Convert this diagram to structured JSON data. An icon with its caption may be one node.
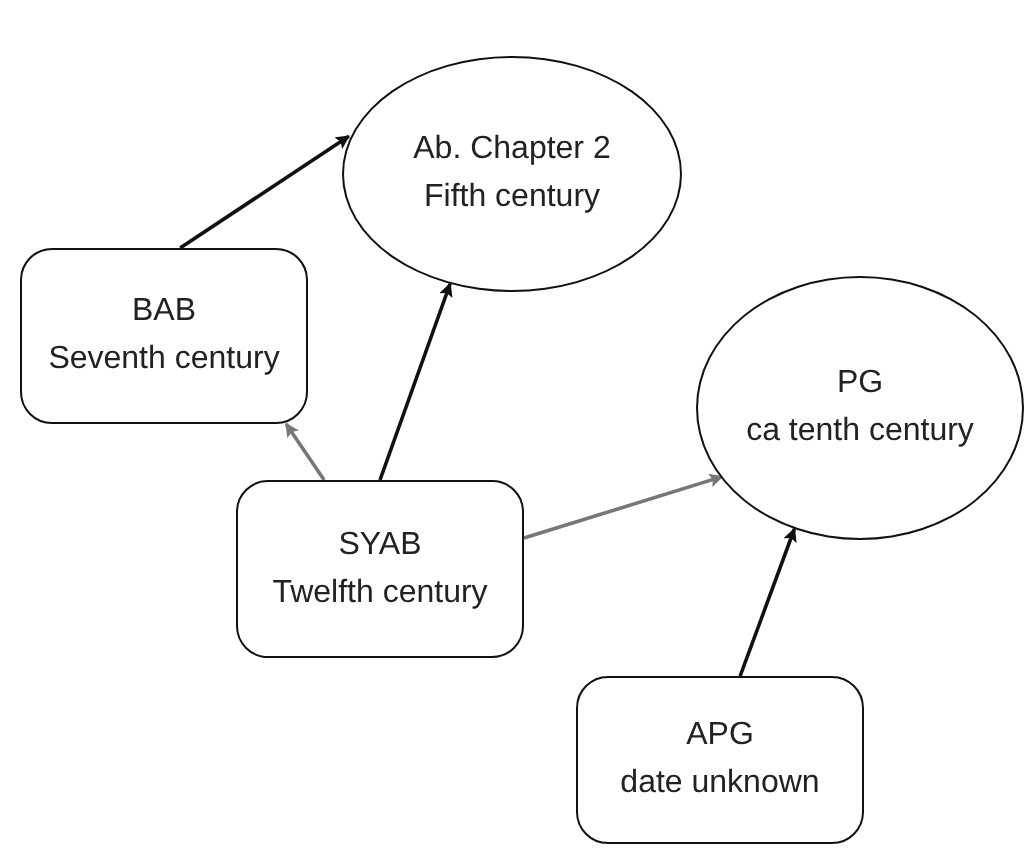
{
  "diagram": {
    "nodes": [
      {
        "text": [
          "Ab. Chapter 2",
          "Fifth century"
        ]
      },
      {
        "text": [
          "BAB",
          "Seventh century"
        ]
      },
      {
        "text": [
          "PG",
          "ca tenth century"
        ]
      },
      {
        "text": [
          "SYAB",
          "Twelfth century"
        ]
      },
      {
        "text": [
          "APG",
          "date unknown"
        ]
      }
    ],
    "edges": [
      {
        "from": 1,
        "to": 0,
        "arrow": "to"
      },
      {
        "from": 3,
        "to": 0,
        "arrow": "to"
      },
      {
        "from": 3,
        "to": 1,
        "arrow": "to",
        "color": "#777777"
      },
      {
        "from": 3,
        "to": 2,
        "arrow": "to",
        "color": "#777777"
      },
      {
        "from": 4,
        "to": 2,
        "arrow": "to"
      }
    ]
  }
}
